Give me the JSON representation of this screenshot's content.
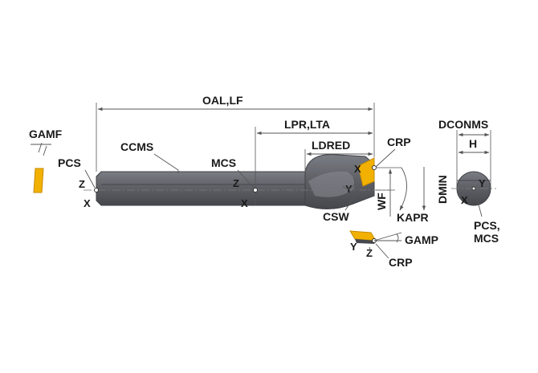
{
  "colors": {
    "tool_body": "#5f6167",
    "tool_dark": "#45474c",
    "tool_light": "#7a7d83",
    "insert": "#f2b100",
    "insert_dark": "#c58a00",
    "line": "#555555",
    "text": "#1a1a1a"
  },
  "labels": {
    "oal_lf": "OAL,LF",
    "lpr_lta": "LPR,LTA",
    "ldred": "LDRED",
    "crp_top": "CRP",
    "ccms": "CCMS",
    "mcs": "MCS",
    "pcs": "PCS",
    "gamf": "GAMF",
    "csw": "CSW",
    "wf": "WF",
    "dmin": "DMIN",
    "kapr": "KAPR",
    "gamp": "GAMP",
    "crp_bottom": "CRP",
    "dconms": "DCONMS",
    "h": "H",
    "pcs_mcs_line1": "PCS,",
    "pcs_mcs_line2": "MCS"
  },
  "axes": {
    "pcs_z": "Z",
    "pcs_x": "X",
    "mcs_z": "Z",
    "mcs_x": "X",
    "crp_x": "X",
    "crp_y": "Y",
    "gamp_y": "Y",
    "gamp_z": "Z",
    "end_y": "Y",
    "end_x": "X"
  }
}
